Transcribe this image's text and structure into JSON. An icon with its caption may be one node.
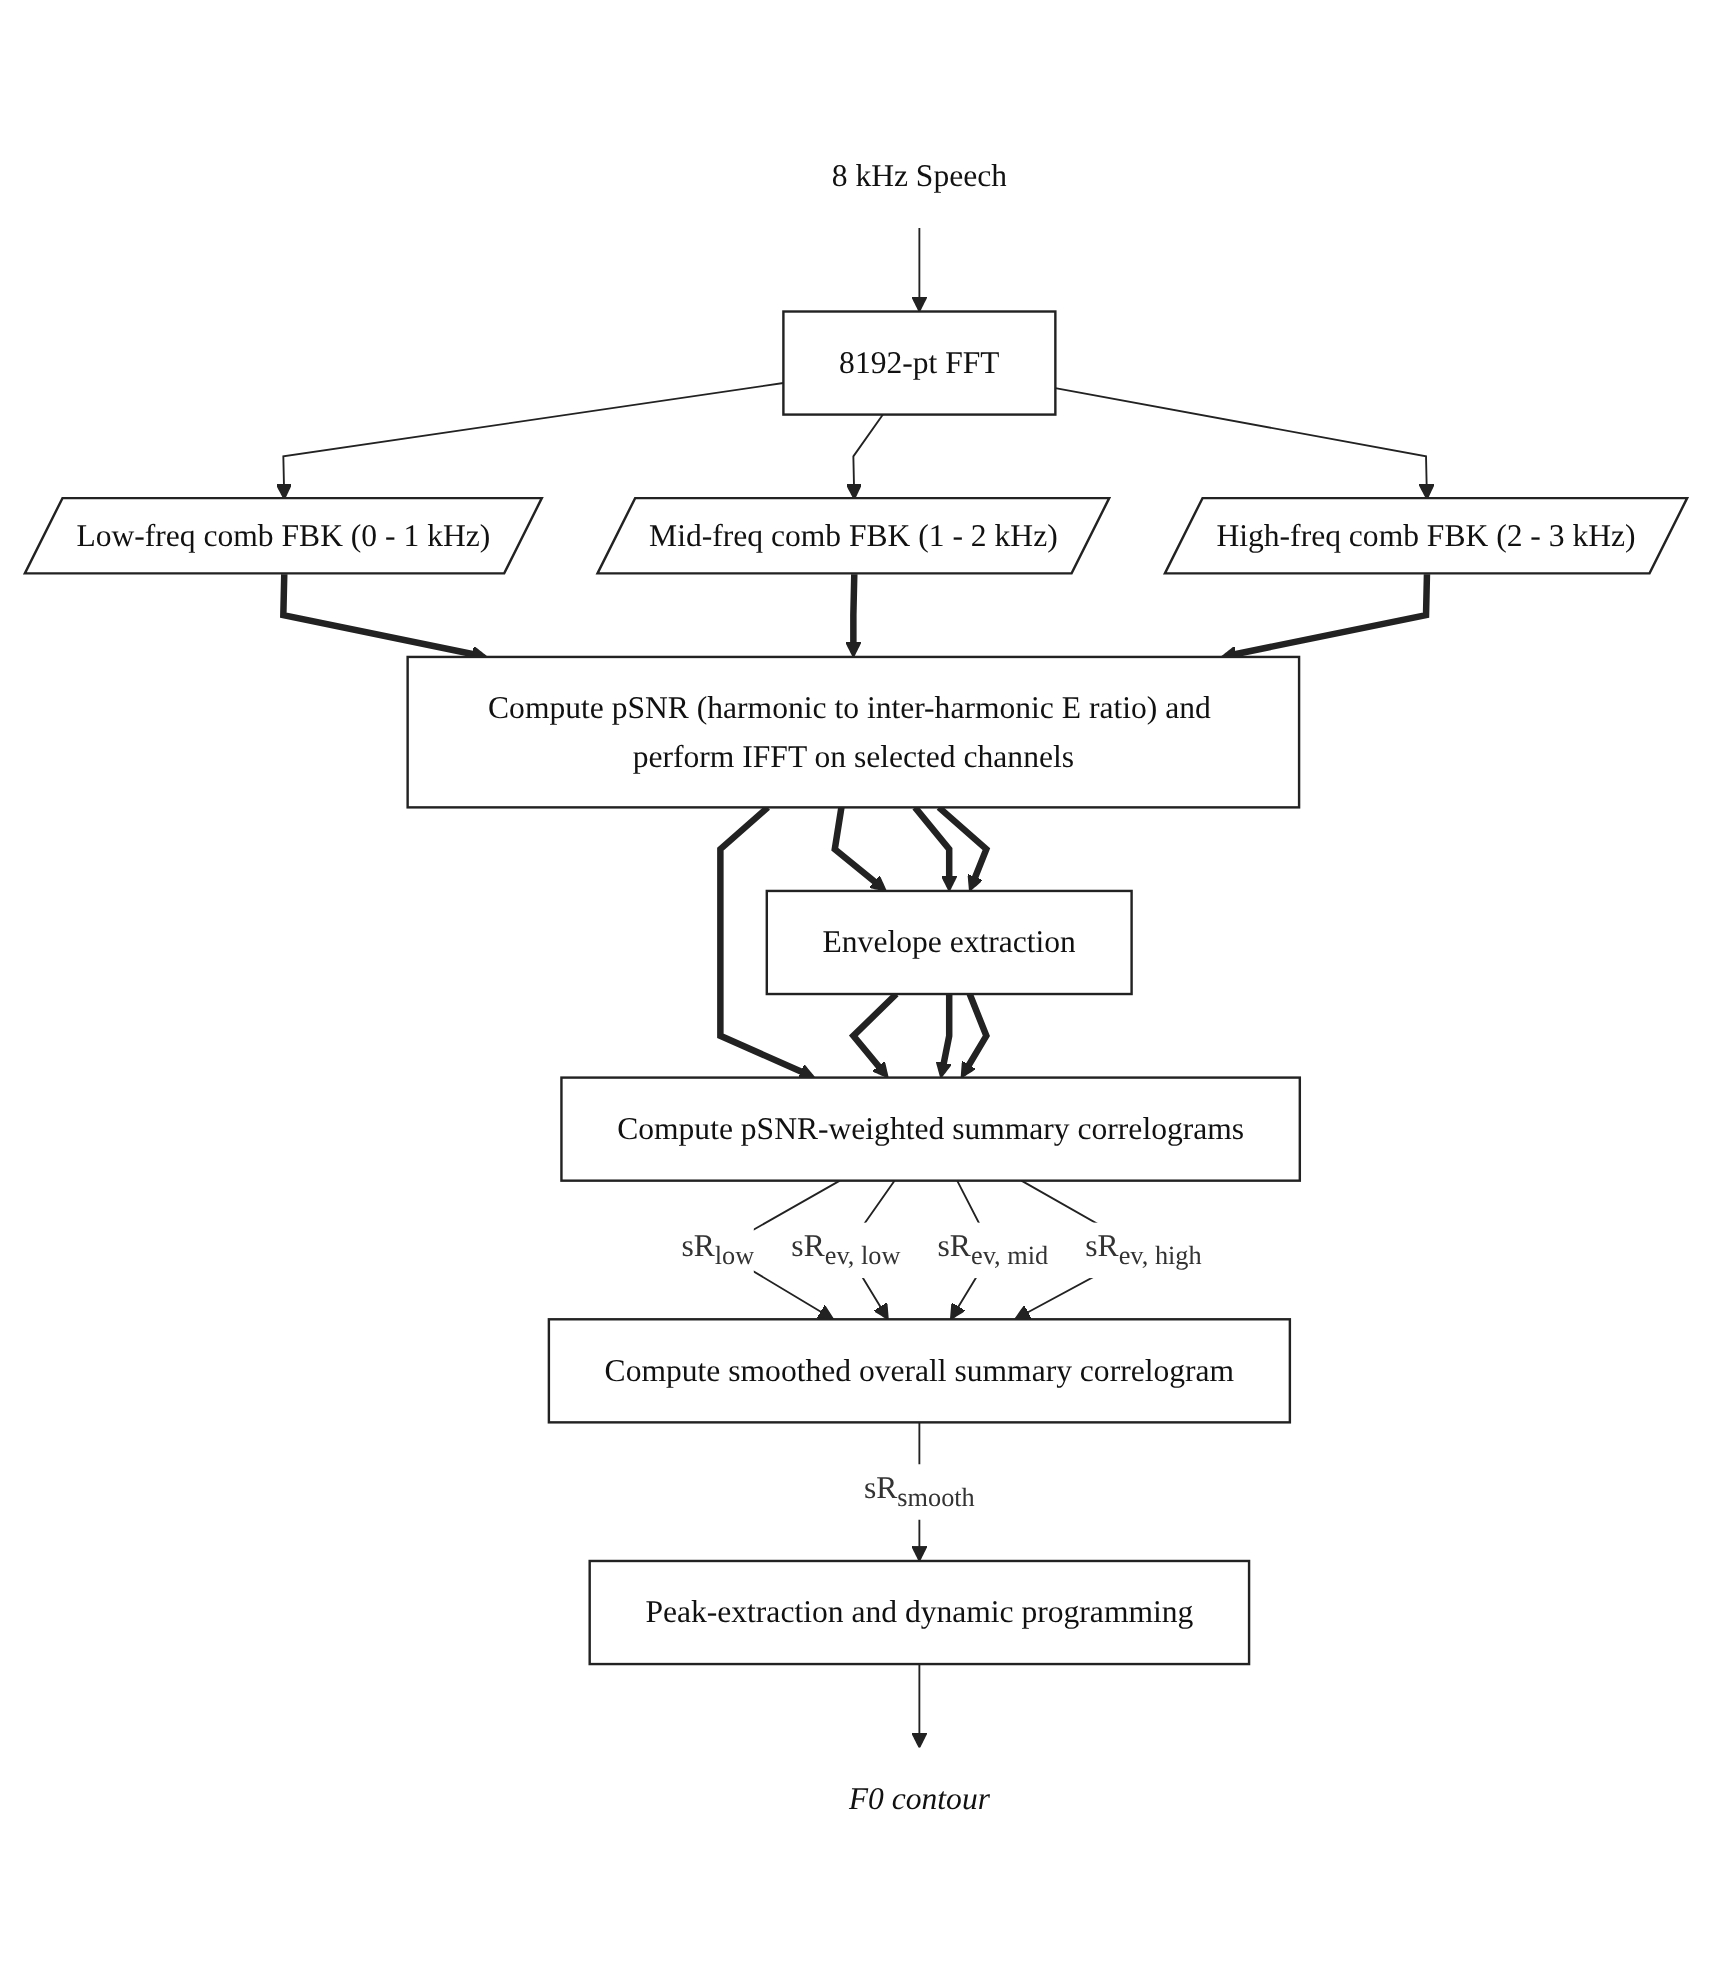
{
  "diagram": {
    "nodes": [
      {
        "text": [
          "8 kHz Speech"
        ]
      },
      {
        "text": [
          "8192-pt FFT"
        ]
      },
      {
        "text": [
          "Low-freq comb FBK (0 - 1 kHz)"
        ]
      },
      {
        "text": [
          "Mid-freq comb FBK (1 - 2 kHz)"
        ]
      },
      {
        "text": [
          "High-freq comb FBK (2 - 3 kHz)"
        ]
      },
      {
        "text": [
          "Compute pSNR (harmonic to inter-harmonic E ratio) and perform IFFT on selected channels"
        ]
      },
      {
        "text": [
          "Envelope extraction"
        ]
      },
      {
        "text": [
          "Compute pSNR-weighted summary correlograms"
        ]
      },
      {
        "text": [
          "Compute smoothed overall summary correlogram"
        ]
      },
      {
        "text": [
          "Peak-extraction and dynamic programming"
        ]
      },
      {
        "text": [
          "F0 contour"
        ]
      }
    ],
    "edges": [
      {
        "from": 0,
        "to": 1,
        "arrow": "to"
      },
      {
        "from": 1,
        "to": 2,
        "arrow": "to"
      },
      {
        "from": 1,
        "to": 3,
        "arrow": "to"
      },
      {
        "from": 1,
        "to": 4,
        "arrow": "to"
      },
      {
        "from": 2,
        "to": 5,
        "arrow": "to",
        "style": "thick"
      },
      {
        "from": 3,
        "to": 5,
        "arrow": "to",
        "style": "thick"
      },
      {
        "from": 4,
        "to": 5,
        "arrow": "to",
        "style": "thick"
      },
      {
        "from": 5,
        "to": 7,
        "arrow": "to",
        "style": "thick"
      },
      {
        "from": 5,
        "to": 6,
        "arrow": "to",
        "style": "thick"
      },
      {
        "from": 5,
        "to": 6,
        "arrow": "to",
        "style": "thick"
      },
      {
        "from": 5,
        "to": 6,
        "arrow": "to",
        "style": "thick"
      },
      {
        "from": 6,
        "to": 7,
        "arrow": "to",
        "style": "thick"
      },
      {
        "from": 6,
        "to": 7,
        "arrow": "to",
        "style": "thick"
      },
      {
        "from": 6,
        "to": 7,
        "arrow": "to",
        "style": "thick"
      },
      {
        "from": 7,
        "to": 8,
        "arrow": "to",
        "label": "sR$_{low}$"
      },
      {
        "from": 7,
        "to": 8,
        "arrow": "to",
        "label": "sR$_{ev, low}$"
      },
      {
        "from": 7,
        "to": 8,
        "arrow": "to",
        "label": "sR$_{ev, mid}$"
      },
      {
        "from": 7,
        "to": 8,
        "arrow": "to",
        "label": "sR$_{ev, high}$"
      },
      {
        "from": 8,
        "to": 9,
        "arrow": "to",
        "label": "sR$_{smooth}$"
      },
      {
        "from": 9,
        "to": 10,
        "arrow": "to"
      }
    ]
  }
}
